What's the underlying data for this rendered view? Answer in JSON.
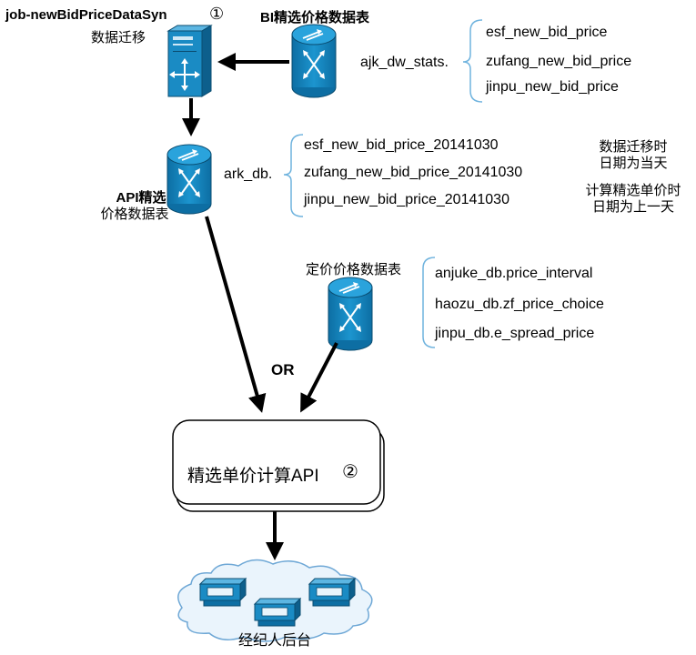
{
  "job": {
    "name": "job-newBidPriceDataSyn",
    "marker": "①",
    "subtitle": "数据迁移"
  },
  "bi_source": {
    "title": "BI精选价格数据表",
    "db": "ajk_dw_stats.",
    "tables": [
      "esf_new_bid_price",
      "zufang_new_bid_price",
      "jinpu_new_bid_price"
    ]
  },
  "api_source": {
    "title_line1": "API精选",
    "title_line2": "价格数据表",
    "db": "ark_db.",
    "tables": [
      "esf_new_bid_price_20141030",
      "zufang_new_bid_price_20141030",
      "jinpu_new_bid_price_20141030"
    ],
    "note1_line1": "数据迁移时",
    "note1_line2": "日期为当天",
    "note2_line1": "计算精选单价时",
    "note2_line2": "日期为上一天"
  },
  "pricing_source": {
    "title": "定价价格数据表",
    "tables": [
      "anjuke_db.price_interval",
      "haozu_db.zf_price_choice",
      "jinpu_db.e_spread_price"
    ]
  },
  "connector_label": "OR",
  "api_box": {
    "label": "精选单价计算API",
    "marker": "②"
  },
  "backend": {
    "label": "经纪人后台"
  },
  "colors": {
    "device_fill": "#1a8bc4",
    "device_dark": "#0d5f8c",
    "cloud_stroke": "#6fa8d6",
    "cloud_fill": "#eaf4fc"
  }
}
